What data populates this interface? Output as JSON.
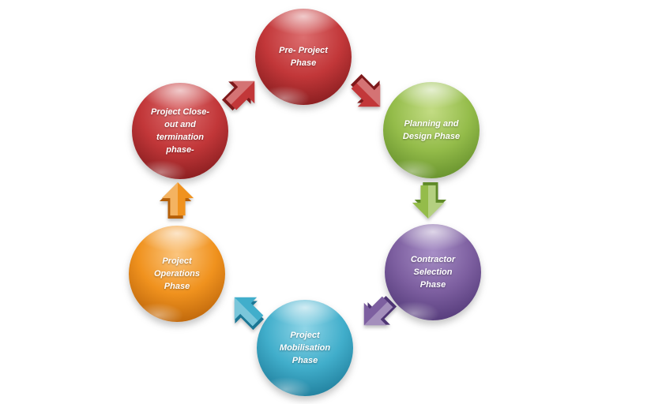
{
  "diagram": {
    "type": "cycle",
    "background": "#FFFFFF",
    "text_color": "#FFFFFF",
    "nodes": [
      {
        "id": "pre-project-phase",
        "label": "Pre- Project\nPhase",
        "colors": {
          "light": "#DC6E6F",
          "base": "#C23739",
          "dark": "#7E191B"
        }
      },
      {
        "id": "planning-and-design-phase",
        "label": "Planning and\nDesign Phase",
        "colors": {
          "light": "#C3DC84",
          "base": "#94BC4A",
          "dark": "#5F8A28"
        }
      },
      {
        "id": "contractor-selection-phase",
        "label": "Contractor\nSelection\nPhase",
        "colors": {
          "light": "#A78EC6",
          "base": "#7D5FA0",
          "dark": "#4E3574"
        }
      },
      {
        "id": "project-mobilisation-phase",
        "label": "Project\nMobilisation\nPhase",
        "colors": {
          "light": "#8FD5E7",
          "base": "#41AECB",
          "dark": "#1B7795"
        }
      },
      {
        "id": "project-operations-phase",
        "label": "Project\nOperations\nPhase",
        "colors": {
          "light": "#FBC57E",
          "base": "#F0921E",
          "dark": "#B55F08"
        }
      },
      {
        "id": "project-close-out-phase",
        "label": "Project Close-\nout and\ntermination\nphase-",
        "colors": {
          "light": "#DC6E6F",
          "base": "#C23739",
          "dark": "#7E191B"
        }
      }
    ],
    "arrows": [
      {
        "id": "arrow-closeout-to-preproject",
        "from": "project-close-out-phase",
        "to": "pre-project-phase",
        "direction": "up-right",
        "colors": {
          "light": "#DC6E6F",
          "base": "#C23739",
          "dark": "#7E191B"
        }
      },
      {
        "id": "arrow-preproject-to-planning",
        "from": "pre-project-phase",
        "to": "planning-and-design-phase",
        "direction": "down-right",
        "colors": {
          "light": "#DC6E6F",
          "base": "#C23739",
          "dark": "#7E191B"
        }
      },
      {
        "id": "arrow-planning-to-contractor",
        "from": "planning-and-design-phase",
        "to": "contractor-selection-phase",
        "direction": "down",
        "colors": {
          "light": "#C3DC84",
          "base": "#94BC4A",
          "dark": "#5F8A28"
        }
      },
      {
        "id": "arrow-contractor-to-mobilisation",
        "from": "contractor-selection-phase",
        "to": "project-mobilisation-phase",
        "direction": "down-left",
        "colors": {
          "light": "#A78EC6",
          "base": "#7D5FA0",
          "dark": "#4E3574"
        }
      },
      {
        "id": "arrow-mobilisation-to-operations",
        "from": "project-mobilisation-phase",
        "to": "project-operations-phase",
        "direction": "up-left",
        "colors": {
          "light": "#8FD5E7",
          "base": "#41AECB",
          "dark": "#1B7795"
        }
      },
      {
        "id": "arrow-operations-to-closeout",
        "from": "project-operations-phase",
        "to": "project-close-out-phase",
        "direction": "up",
        "colors": {
          "light": "#FBC57E",
          "base": "#F0921E",
          "dark": "#B55F08"
        }
      }
    ]
  }
}
